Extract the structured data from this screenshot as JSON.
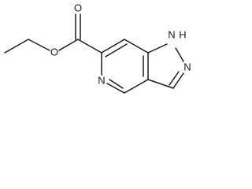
{
  "molecule": {
    "atom_labels": {
      "carbonyl_oxygen": "O",
      "ester_oxygen": "O",
      "pyridine_nitrogen": "N",
      "pyrazole_nitrogen_h": "N",
      "pyrazole_hydrogen": "H",
      "pyrazole_nitrogen": "N"
    }
  }
}
